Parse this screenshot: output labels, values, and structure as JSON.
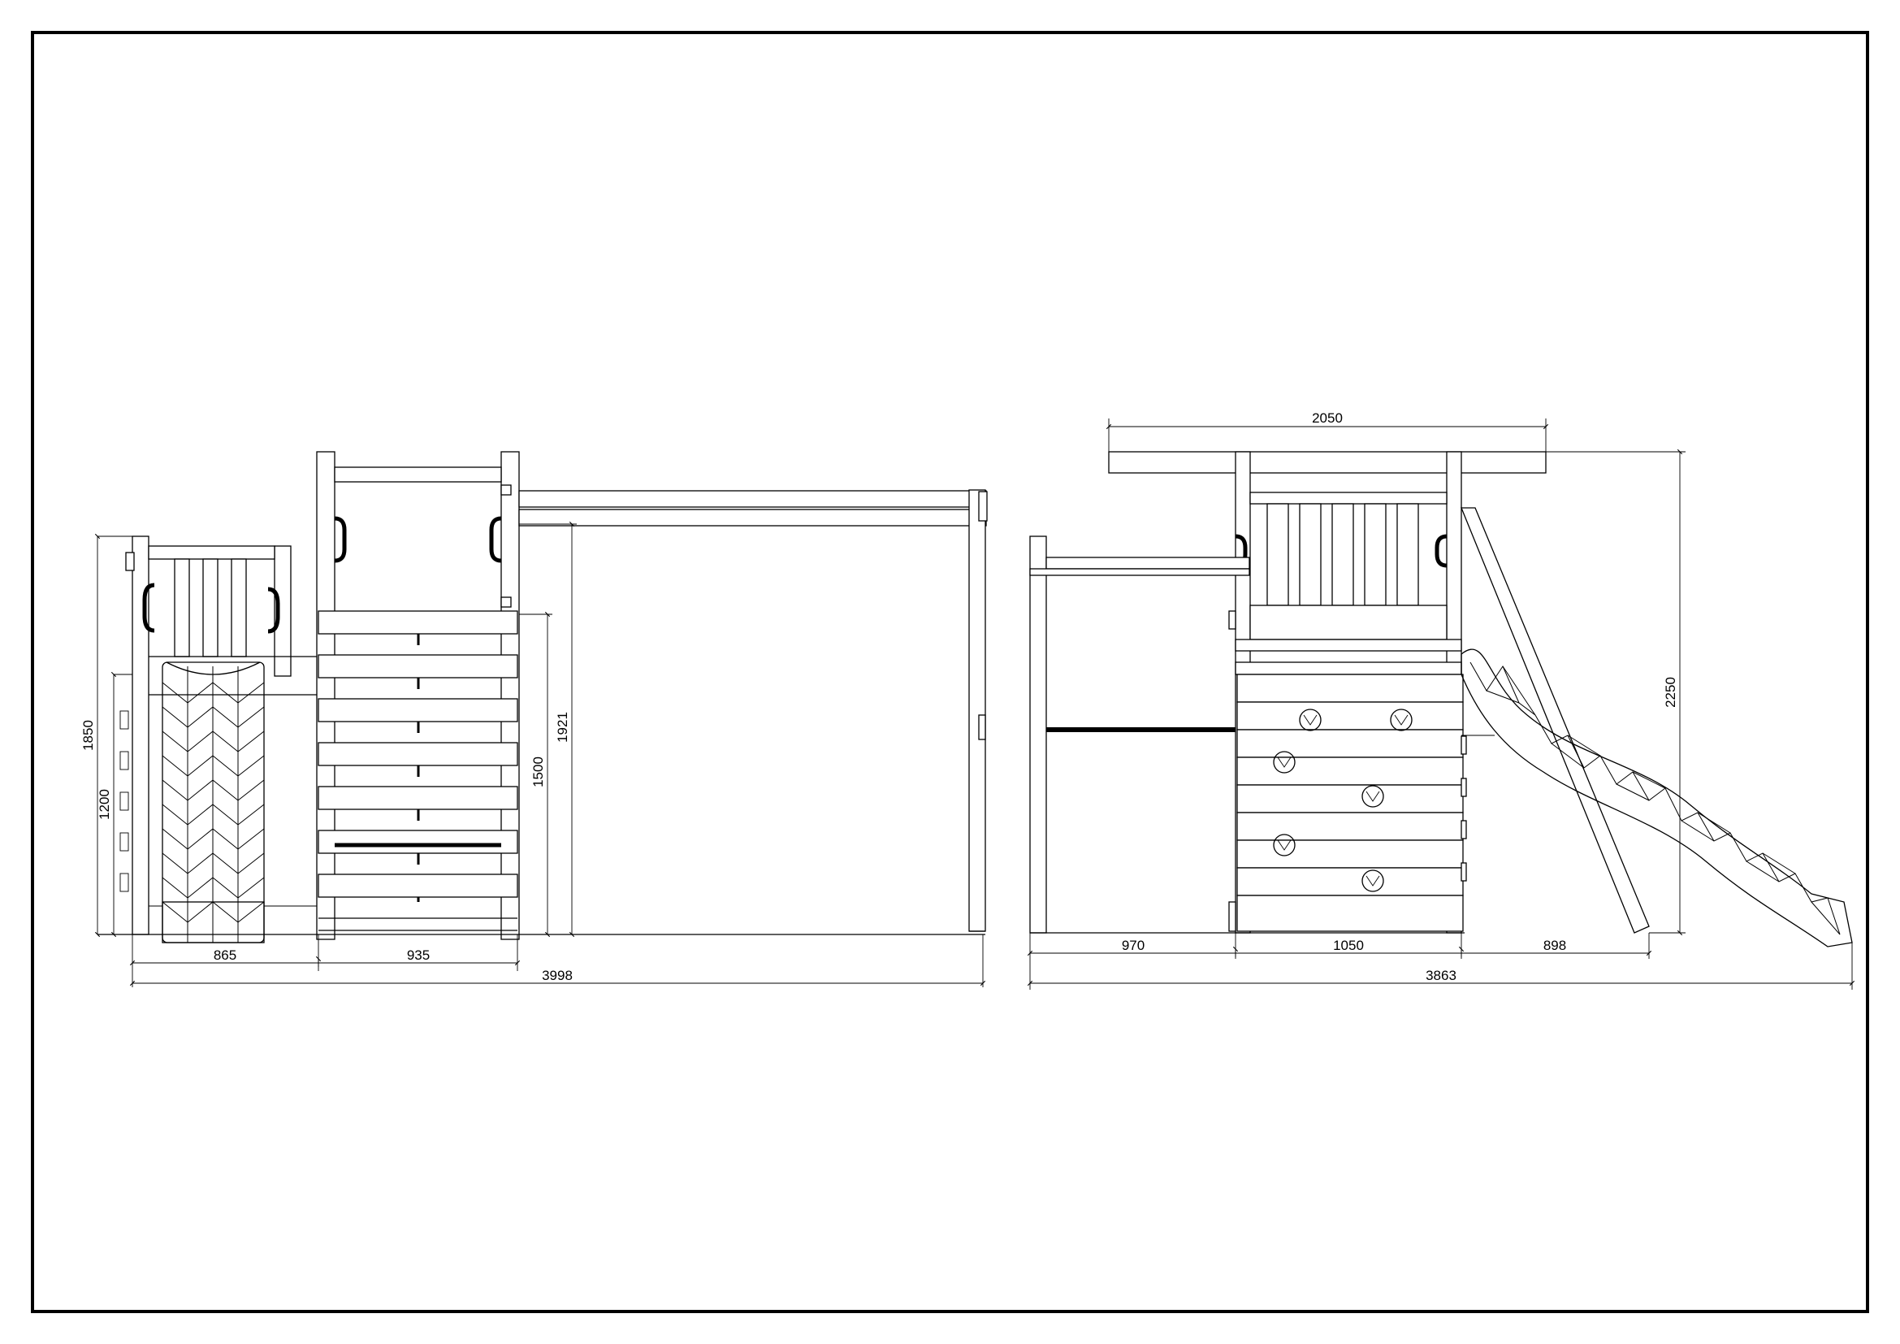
{
  "colors": {
    "line": "#000000",
    "paper": "#ffffff"
  },
  "views": {
    "left": {
      "dims": {
        "h_1850": "1850",
        "h_1200": "1200",
        "h_1500": "1500",
        "h_1921": "1921",
        "w_865": "865",
        "w_935": "935",
        "w_3998": "3998"
      }
    },
    "right": {
      "dims": {
        "w_2050": "2050",
        "h_2250": "2250",
        "w_970": "970",
        "w_1050": "1050",
        "w_898": "898",
        "w_3863": "3863"
      }
    }
  }
}
